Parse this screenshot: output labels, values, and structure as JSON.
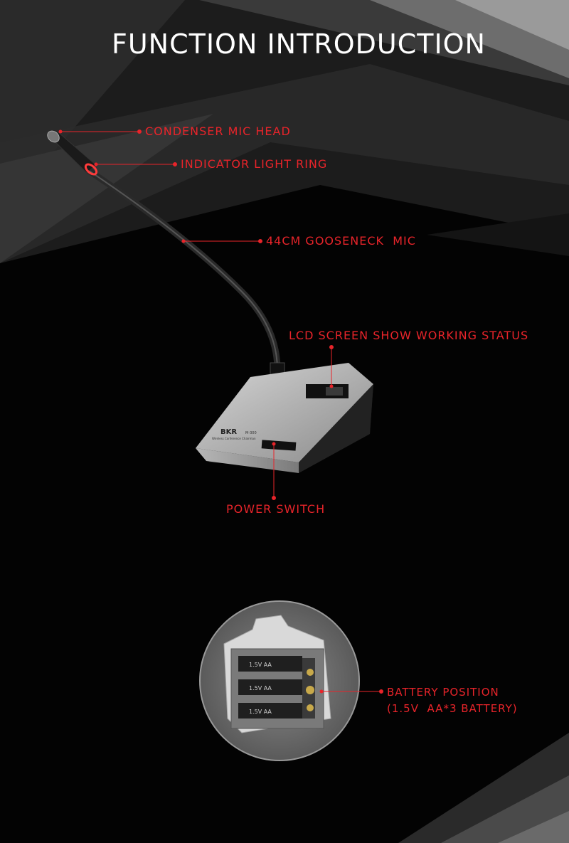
{
  "title": "FUNCTION INTRODUCTION",
  "accent_color": "#e8242a",
  "brand": {
    "logo": "BKR",
    "model": "M-300",
    "tagline": "Wireless Conference Chairman"
  },
  "callouts": {
    "mic_head": "CONDENSER MIC HEAD",
    "light_ring": "INDICATOR LIGHT RING",
    "gooseneck": "44CM GOOSENECK  MIC",
    "lcd": "LCD SCREEN SHOW WORKING STATUS",
    "power": "POWER SWITCH",
    "battery_line1": "BATTERY POSITION",
    "battery_line2": "(1.5V  AA*3 BATTERY)"
  },
  "battery_labels": [
    "1.5V  AA",
    "1.5V  AA",
    "1.5V  AA"
  ]
}
